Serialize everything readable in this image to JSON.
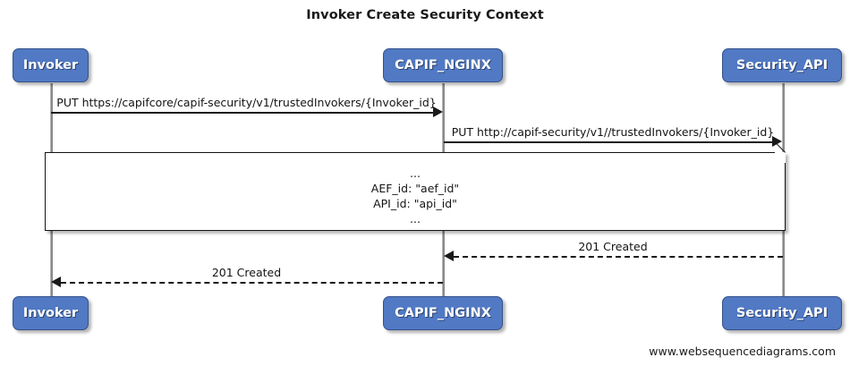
{
  "diagram": {
    "title": "Invoker Create Security Context",
    "watermark": "www.websequencediagrams.com",
    "colors": {
      "participant_fill": "#5179c4",
      "participant_border": "#33518c",
      "participant_text": "#ffffff",
      "lifeline": "#8a8a8a",
      "line": "#1a1a1a",
      "note_fill": "#ffffff",
      "background": "#ffffff"
    }
  },
  "participants": [
    {
      "id": "invoker",
      "label": "Invoker"
    },
    {
      "id": "capif_nginx",
      "label": "CAPIF_NGINX"
    },
    {
      "id": "security_api",
      "label": "Security_API"
    }
  ],
  "messages": [
    {
      "id": "m1",
      "label": "PUT https://capifcore/capif-security/v1/trustedInvokers/{Invoker_id}",
      "from": "Invoker",
      "to": "CAPIF_NGINX",
      "style": "solid",
      "direction": "right"
    },
    {
      "id": "m2",
      "label": "PUT http://capif-security/v1//trustedInvokers/{Invoker_id}",
      "from": "CAPIF_NGINX",
      "to": "Security_API",
      "style": "solid",
      "direction": "right"
    },
    {
      "id": "m3",
      "label": "201 Created",
      "from": "Security_API",
      "to": "CAPIF_NGINX",
      "style": "dashed",
      "direction": "left"
    },
    {
      "id": "m4",
      "label": "201 Created",
      "from": "CAPIF_NGINX",
      "to": "Invoker",
      "style": "dashed",
      "direction": "left"
    }
  ],
  "note": {
    "lines": [
      "...",
      "AEF_id: \"aef_id\"",
      "API_id: \"api_id\"",
      "..."
    ]
  }
}
